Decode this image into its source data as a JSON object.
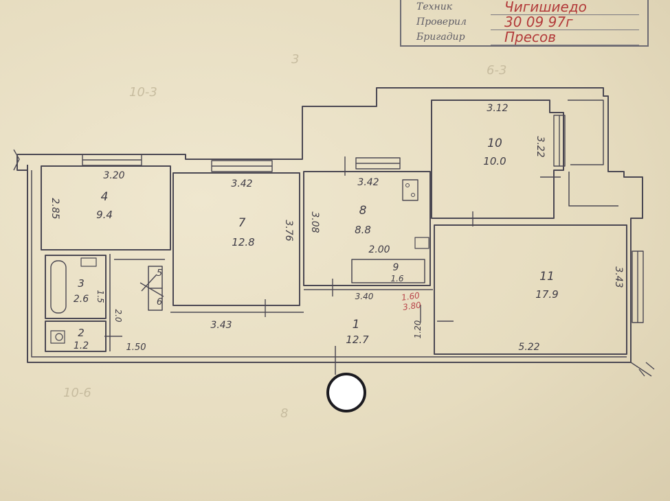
{
  "stamp": {
    "rows": [
      {
        "label": "Техник",
        "value": "Чигишиедо"
      },
      {
        "label": "Проверил",
        "value": "30 09 97г"
      },
      {
        "label": "Бригадир",
        "value": "Пресов"
      }
    ]
  },
  "rooms": [
    {
      "id": "4",
      "number": "4",
      "area": "9.4"
    },
    {
      "id": "7",
      "number": "7",
      "area": "12.8"
    },
    {
      "id": "8",
      "number": "8",
      "area": "8.8"
    },
    {
      "id": "9",
      "number": "9",
      "area": "1.6"
    },
    {
      "id": "10",
      "number": "10",
      "area": "10.0"
    },
    {
      "id": "11",
      "number": "11",
      "area": "17.9"
    },
    {
      "id": "3",
      "number": "3",
      "area": "2.6"
    },
    {
      "id": "2",
      "number": "2",
      "area": "1.2"
    },
    {
      "id": "1",
      "number": "1",
      "area": "12.7"
    },
    {
      "id": "5",
      "number": "5",
      "area": ""
    },
    {
      "id": "6",
      "number": "6",
      "area": ""
    }
  ],
  "dimensions": {
    "r4_top": "3.20",
    "r4_side": "2.85",
    "r7_top": "3.42",
    "r7_side": "3.76",
    "r7_bottom": "3.43",
    "r8_top": "3.42",
    "r8_side": "3.08",
    "r8_bottom": "2.00",
    "r10_top": "3.12",
    "r10_side": "3.22",
    "r11_side": "3.43",
    "r11_bottom": "5.22",
    "r3_side": "1.5",
    "corr_side": "2.0",
    "r1_bottom": "1.50",
    "r1_side": "1.20",
    "corr_mid": "3.40"
  },
  "red_notes": {
    "note1": "1.60",
    "note2": "3.80"
  },
  "ghost_marks": [
    "10-6",
    "8",
    "3",
    "10-3",
    "6-3"
  ]
}
